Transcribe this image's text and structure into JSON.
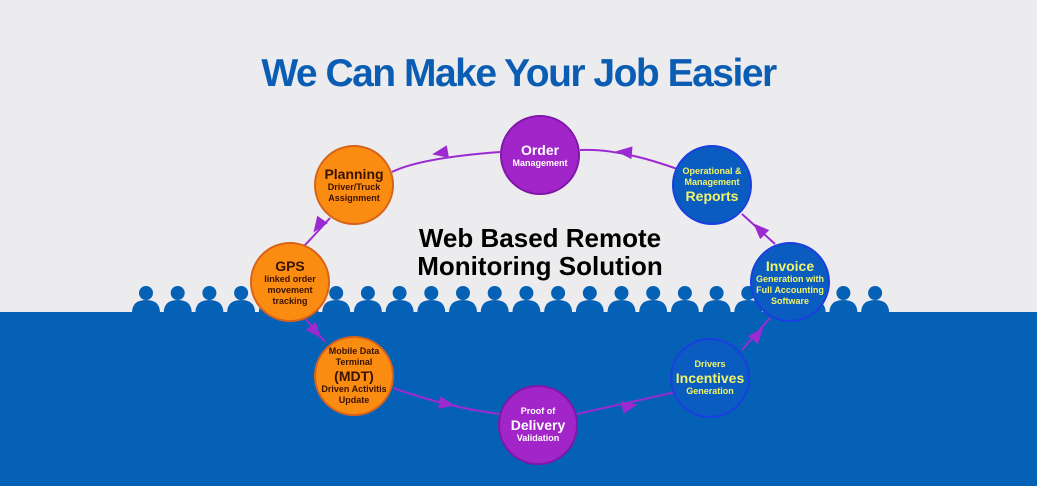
{
  "title": "We Can Make Your Job Easier",
  "center": {
    "line1": "Web Based Remote",
    "line2": "Monitoring Solution"
  },
  "nodes": {
    "order": {
      "big": "Order",
      "small": "Management"
    },
    "planning": {
      "big": "Planning",
      "small1": "Driver/Truck",
      "small2": "Assignment"
    },
    "gps": {
      "big": "GPS",
      "small1": "linked order",
      "small2": "movement",
      "small3": "tracking"
    },
    "mdt": {
      "small1": "Mobile Data",
      "small2": "Terminal",
      "big": "(MDT)",
      "small3": "Driven Activitis",
      "small4": "Update"
    },
    "delivery": {
      "small1": "Proof of",
      "big": "Delivery",
      "small2": "Validation"
    },
    "incentives": {
      "small1": "Drivers",
      "big": "Incentives",
      "small2": "Generation"
    },
    "invoice": {
      "big": "Invoice",
      "small1": "Generation with",
      "small2": "Full Accounting",
      "small3": "Software"
    },
    "reports": {
      "small1": "Operational &",
      "small2": "Management",
      "big": "Reports"
    }
  },
  "colors": {
    "arrow": "#9b2bd1",
    "orange": "#fb8c12",
    "purple": "#a225c9",
    "blue": "#0b5cc0",
    "background_blue": "#0561b5"
  }
}
